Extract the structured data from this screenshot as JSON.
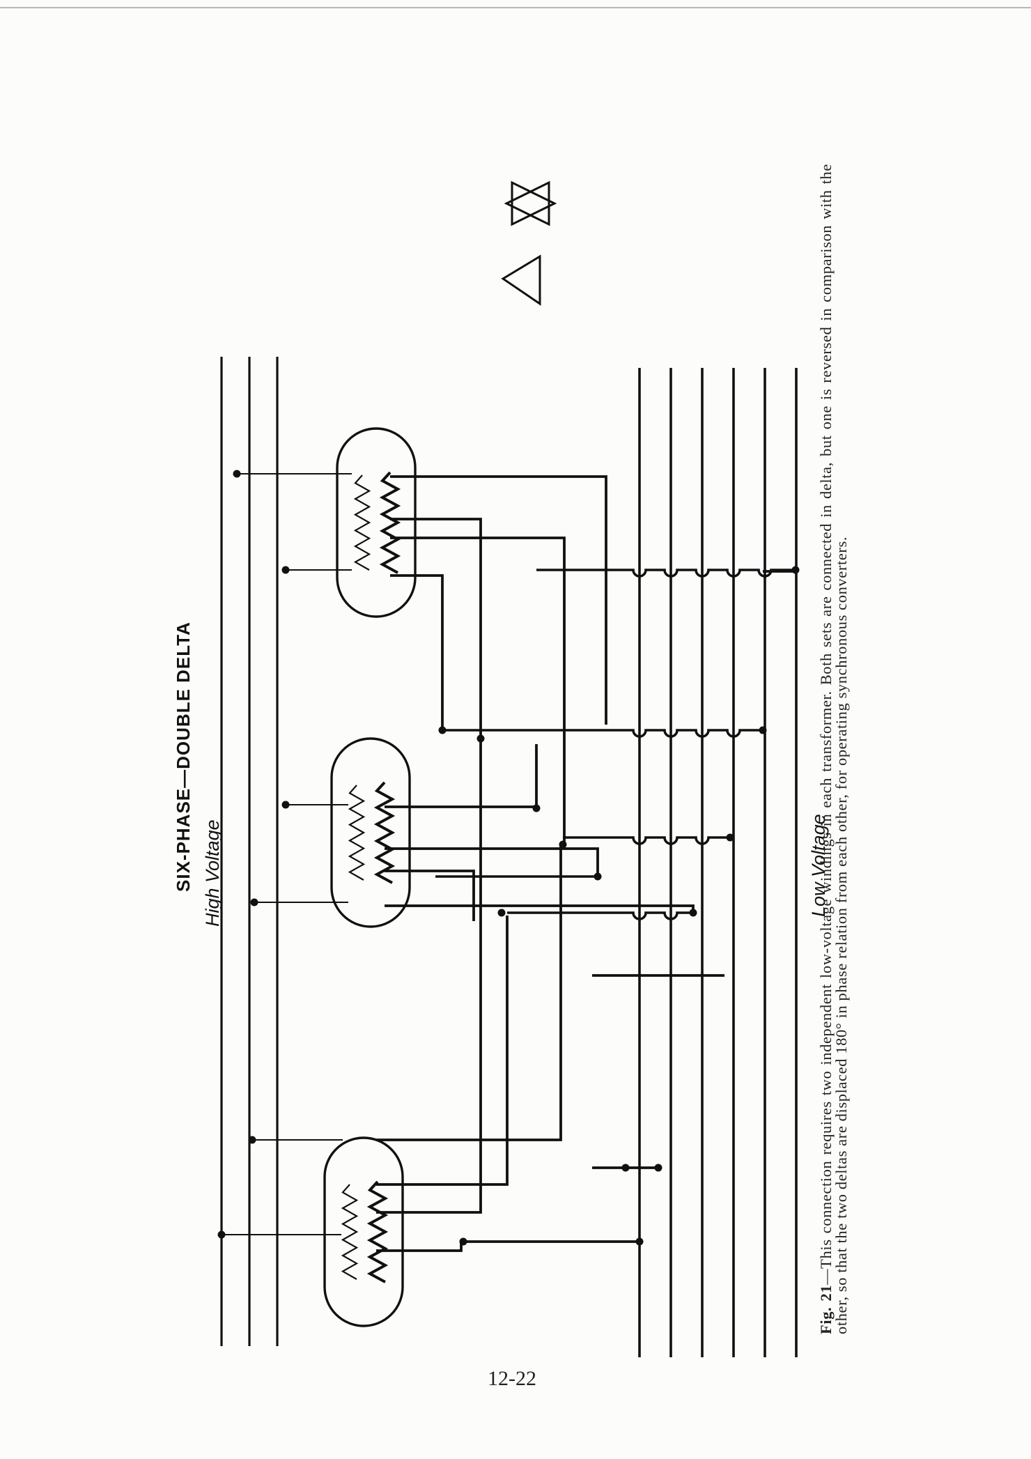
{
  "diagram": {
    "title": "SIX-PHASE—DOUBLE DELTA",
    "high_voltage_label": "High Voltage",
    "low_voltage_label": "Low Voltage"
  },
  "symbols": [
    "delta-symbol",
    "hexagram-symbol"
  ],
  "caption": {
    "fig_label": "Fig. 21",
    "text": "—This connection requires two independent low-voltage windings in each transformer. Both sets are connected in delta, but one is reversed in comparison with the other, so that the two deltas are displaced 180° in phase relation from each other, for operating synchronous converters."
  },
  "page_number": "12-22"
}
